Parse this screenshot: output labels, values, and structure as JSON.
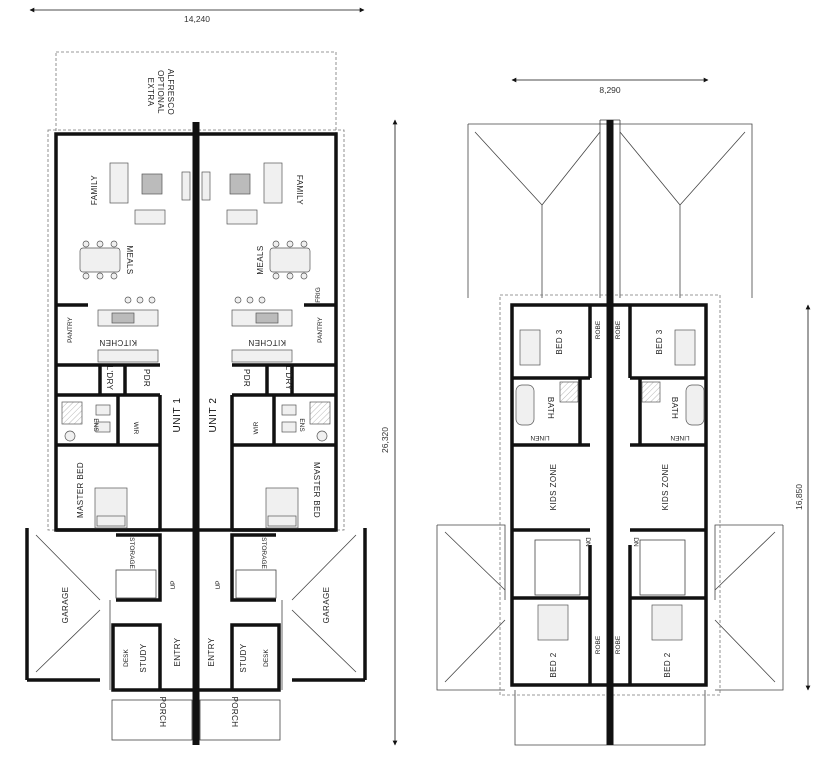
{
  "dimensions": {
    "ground_width": "14,240",
    "ground_depth": "26,320",
    "upper_width": "8,290",
    "upper_depth": "16,850"
  },
  "ground": {
    "alfresco_line1": "ALFRESCO",
    "alfresco_line2": "OPTIONAL",
    "alfresco_line3": "EXTRA",
    "unit1": "UNIT 1",
    "unit2": "UNIT 2",
    "family": "FAMILY",
    "meals": "MEALS",
    "kitchen": "KITCHEN",
    "pantry": "PANTRY",
    "ldry": "L'DRY",
    "pdr": "PDR",
    "ens": "ENS",
    "wir": "WIR",
    "master_bed": "MASTER BED",
    "storage": "STORAGE",
    "up": "UP",
    "garage": "GARAGE",
    "desk": "DESK",
    "study": "STUDY",
    "entry": "ENTRY",
    "porch": "PORCH",
    "fridge": "FRIG"
  },
  "upper": {
    "bed3": "BED 3",
    "robe": "ROBE",
    "bath": "BATH",
    "linen": "LINEN",
    "kids_zone": "KIDS ZONE",
    "dn": "DN",
    "bed2": "BED 2"
  }
}
